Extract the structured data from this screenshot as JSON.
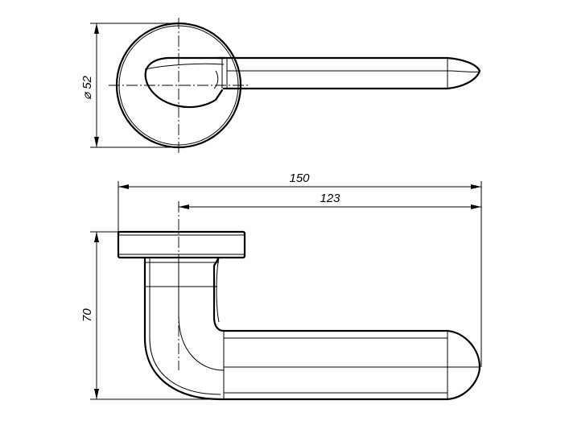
{
  "dimensions": {
    "diameter_symbol": "⌀",
    "diameter_value": "52",
    "overall_length": "150",
    "lever_length": "123",
    "height": "70"
  }
}
